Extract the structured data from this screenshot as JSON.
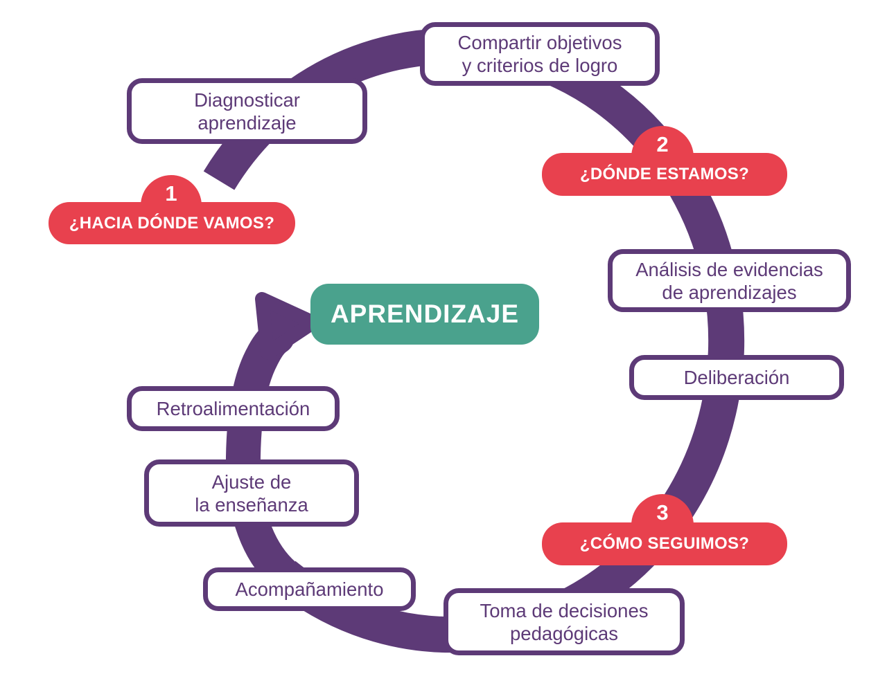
{
  "colors": {
    "purple": "#5d3a77",
    "red": "#e8414e",
    "green": "#4aa28d"
  },
  "center": {
    "label": "APRENDIZAJE"
  },
  "steps": [
    {
      "id": "diagnosticar-aprendizaje",
      "label": "Diagnosticar\naprendizaje"
    },
    {
      "id": "compartir-objetivos",
      "label": "Compartir objetivos\ny criterios de logro"
    },
    {
      "id": "analisis-evidencias",
      "label": "Análisis de evidencias\nde aprendizajes"
    },
    {
      "id": "deliberacion",
      "label": "Deliberación"
    },
    {
      "id": "toma-decisiones",
      "label": "Toma de decisiones\npedagógicas"
    },
    {
      "id": "acompanamiento",
      "label": "Acompañamiento"
    },
    {
      "id": "ajuste-ensenanza",
      "label": "Ajuste de\nla enseñanza"
    },
    {
      "id": "retroalimentacion",
      "label": "Retroalimentación"
    }
  ],
  "badges": [
    {
      "number": "1",
      "label": "¿HACIA DÓNDE VAMOS?"
    },
    {
      "number": "2",
      "label": "¿DÓNDE ESTAMOS?"
    },
    {
      "number": "3",
      "label": "¿CÓMO SEGUIMOS?"
    }
  ]
}
